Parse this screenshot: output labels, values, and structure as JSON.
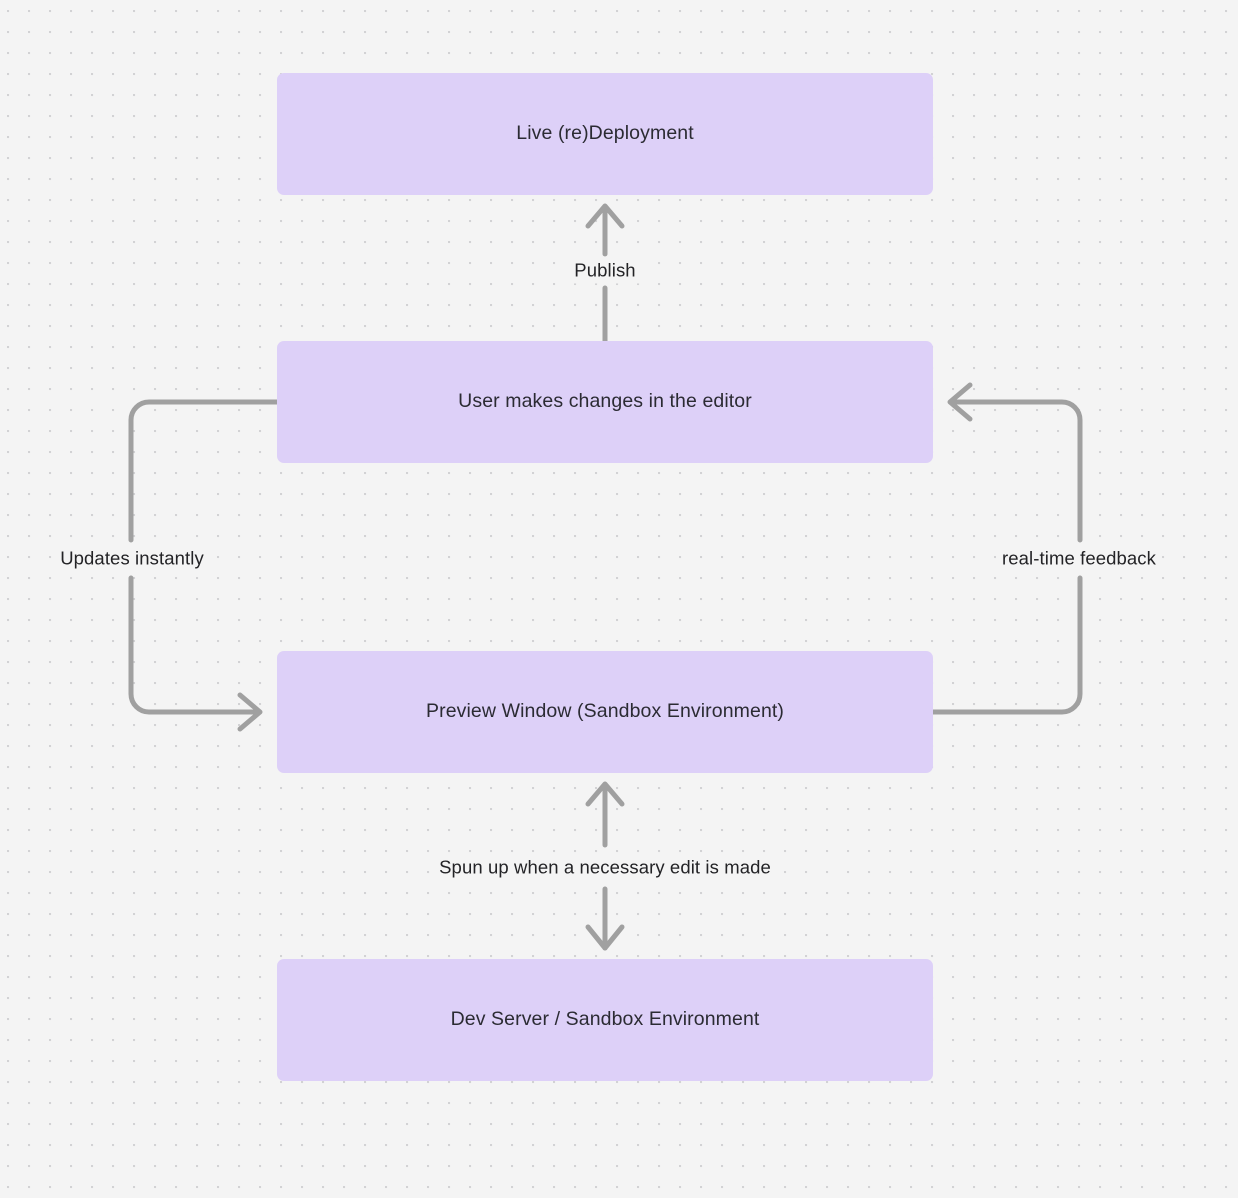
{
  "diagram": {
    "type": "flowchart",
    "background_color": "#f4f4f4",
    "dot_grid_color": "#d2d2d4",
    "node_fill_color": "#ddd0f8",
    "node_text_color": "#2b2b33",
    "edge_color": "#a0a0a0",
    "edge_label_color": "#232326",
    "nodes": [
      {
        "id": "live",
        "label": "Live (re)Deployment"
      },
      {
        "id": "editor",
        "label": "User makes changes in the editor"
      },
      {
        "id": "preview",
        "label": "Preview Window (Sandbox Environment)"
      },
      {
        "id": "devserver",
        "label": "Dev Server / Sandbox Environment"
      }
    ],
    "edges": [
      {
        "id": "publish",
        "from": "editor",
        "to": "live",
        "label": "Publish",
        "direction": "up"
      },
      {
        "id": "updates",
        "from": "editor",
        "to": "preview",
        "label": "Updates instantly",
        "direction": "left-loop-down"
      },
      {
        "id": "realtime",
        "from": "preview",
        "to": "editor",
        "label": "real-time feedback",
        "direction": "right-loop-up"
      },
      {
        "id": "spun",
        "from": "preview",
        "to": "devserver",
        "label": "Spun up when a necessary edit is made",
        "direction": "bidirectional-vertical"
      }
    ]
  }
}
